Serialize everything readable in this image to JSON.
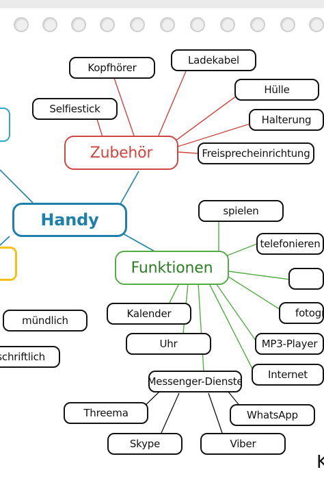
{
  "diagram": {
    "hubs": {
      "handy": "Handy",
      "zubehoer": "Zubehör",
      "funktionen": "Funktionen"
    },
    "zubehoer_items": {
      "kopfhoerer": "Kopfhörer",
      "ladekabel": "Ladekabel",
      "selfiestick": "Selfiestick",
      "huelle": "Hülle",
      "halterung": "Halterung",
      "freisprecheinrichtung": "Freisprecheinrichtung"
    },
    "funktionen_items": {
      "spielen": "spielen",
      "telefonieren": "telefonieren",
      "kalender": "Kalender",
      "fotografieren_partial": "fotogra",
      "uhr": "Uhr",
      "mp3_player": "MP3-Player",
      "internet": "Internet",
      "messenger_dienste": "Messenger-Dienste"
    },
    "messenger_items": {
      "threema": "Threema",
      "whatsapp": "WhatsApp",
      "skype": "Skype",
      "viber": "Viber"
    },
    "left_items": {
      "muendlich": "mündlich",
      "schriftlich_partial": "schriftlich"
    },
    "corner_partial": "K"
  },
  "colors": {
    "zubehoer": "#cf4540",
    "handy": "#1d80aa",
    "funktionen": "#52ac44",
    "teal_branch": "#2ea6c8",
    "yellow_branch": "#f2c21b",
    "messenger_links": "#111111"
  }
}
